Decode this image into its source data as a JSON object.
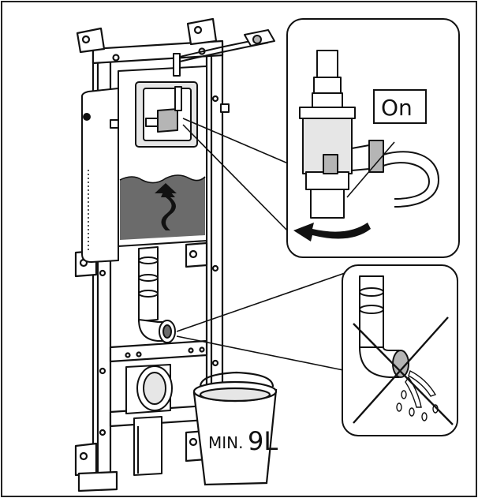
{
  "labels": {
    "valve_state": "On",
    "bucket_min": "MIN.",
    "bucket_volume": "9L"
  },
  "colors": {
    "line": "#111111",
    "tank_water": "#6b6b6b",
    "light_fill": "#e6e6e6",
    "mid_fill": "#b5b5b5"
  },
  "icons": {
    "rotate_arrow": "counterclockwise-arrow-icon",
    "prohibited": "cross-out-icon",
    "water_flow": "upward-flow-arrow-icon"
  }
}
